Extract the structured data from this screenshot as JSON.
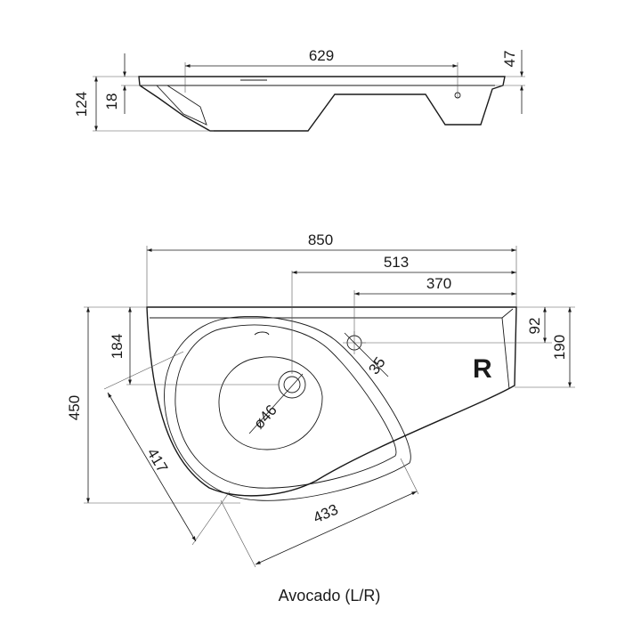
{
  "side_view": {
    "dimensions": {
      "top_width": "629",
      "total_height": "124",
      "rim_thickness": "18",
      "right_height": "47"
    }
  },
  "top_view": {
    "dimensions": {
      "total_width": "850",
      "width_513": "513",
      "width_370": "370",
      "height_450": "450",
      "height_184": "184",
      "height_92": "92",
      "height_190": "190",
      "tap_hole_diameter": "35",
      "drain_diameter": "ø46",
      "diagonal_417": "417",
      "diagonal_433": "433"
    },
    "side_marker": "R"
  },
  "caption": "Avocado (L/R)"
}
